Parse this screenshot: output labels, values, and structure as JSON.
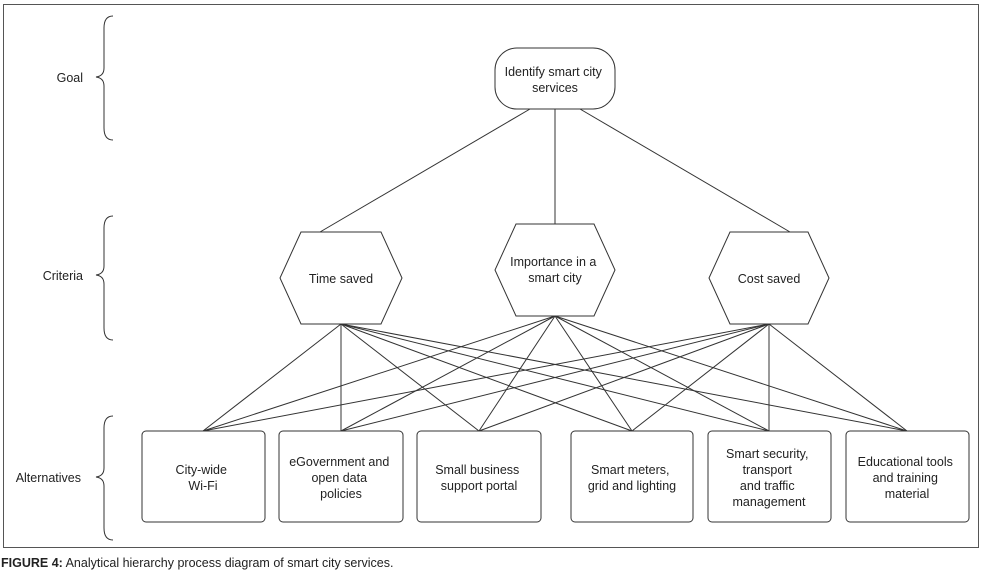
{
  "levels": {
    "goal": "Goal",
    "criteria": "Criteria",
    "alternatives": "Alternatives"
  },
  "goal": [
    "Identify smart city",
    "services"
  ],
  "criteria": [
    [
      "Time saved"
    ],
    [
      "Importance in a",
      "smart city"
    ],
    [
      "Cost saved"
    ]
  ],
  "alternatives": [
    [
      "City-wide",
      "Wi-Fi"
    ],
    [
      "eGovernment and",
      "open data",
      "policies"
    ],
    [
      "Small business",
      "support portal"
    ],
    [
      "Smart meters,",
      "grid and lighting"
    ],
    [
      "Smart security,",
      "transport",
      "and traffic",
      "management"
    ],
    [
      "Educational tools",
      "and training",
      "material"
    ]
  ],
  "caption": {
    "label": "FIGURE 4:",
    "text": " Analytical hierarchy process diagram of smart city services."
  }
}
